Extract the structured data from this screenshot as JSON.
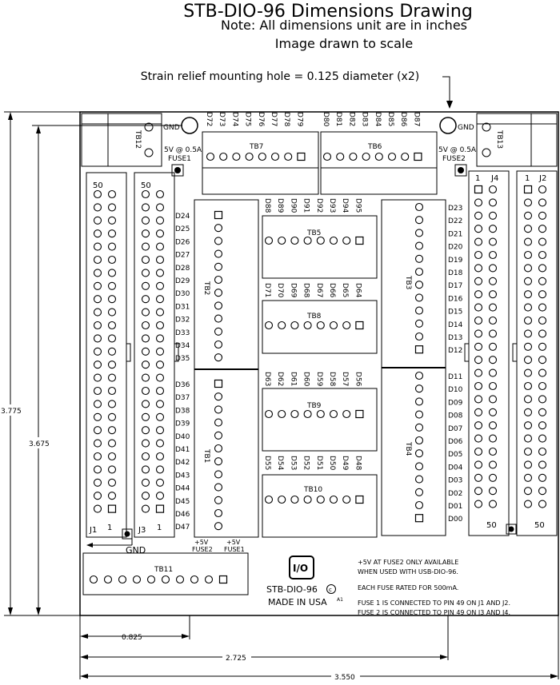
{
  "heading": {
    "title": "STB-DIO-96 Dimensions Drawing",
    "note": "Note: All dimensions unit are in inches",
    "scale_note": "Image drawn to scale",
    "hole_note": "Strain relief mounting hole = 0.125 diameter (x2)"
  },
  "dimensions": {
    "overall_height": "3.775",
    "board_height": "3.675",
    "width_small": "0.825",
    "width_mid": "2.725",
    "width_total": "3.550"
  },
  "top_labels": {
    "gnd_left": "GND",
    "gnd_right": "GND",
    "fuse1_rating": "5V @ 0.5A",
    "fuse1": "FUSE1",
    "fuse2_rating": "5V @ 0.5A",
    "fuse2": "FUSE2",
    "tb12": "TB12",
    "tb13": "TB13",
    "tb7": "TB7",
    "tb6": "TB6"
  },
  "tb7_pins": [
    "D72",
    "D73",
    "D74",
    "D75",
    "D76",
    "D77",
    "D78",
    "D79"
  ],
  "tb6_pins": [
    "D80",
    "D81",
    "D82",
    "D83",
    "D84",
    "D85",
    "D86",
    "D87"
  ],
  "tb5_pins": [
    "D88",
    "D89",
    "D90",
    "D91",
    "D92",
    "D93",
    "D94",
    "D95"
  ],
  "tb8_pins": [
    "D71",
    "D70",
    "D69",
    "D68",
    "D67",
    "D66",
    "D65",
    "D64"
  ],
  "tb9_pins": [
    "D63",
    "D62",
    "D61",
    "D60",
    "D59",
    "D58",
    "D57",
    "D56"
  ],
  "tb10_pins": [
    "D55",
    "D54",
    "D53",
    "D52",
    "D51",
    "D50",
    "D49",
    "D48"
  ],
  "tb2_pins": [
    "D24",
    "D25",
    "D26",
    "D27",
    "D28",
    "D29",
    "D30",
    "D31",
    "D32",
    "D33",
    "D34",
    "D35"
  ],
  "tb1_pins": [
    "D36",
    "D37",
    "D38",
    "D39",
    "D40",
    "D41",
    "D42",
    "D43",
    "D44",
    "D45",
    "D46",
    "D47"
  ],
  "tb3_pins": [
    "D23",
    "D22",
    "D21",
    "D20",
    "D19",
    "D18",
    "D17",
    "D16",
    "D15",
    "D14",
    "D13",
    "D12"
  ],
  "tb4_pins": [
    "D11",
    "D10",
    "D09",
    "D08",
    "D07",
    "D06",
    "D05",
    "D04",
    "D03",
    "D02",
    "D01",
    "D00"
  ],
  "blocks": {
    "tb5": "TB5",
    "tb8": "TB8",
    "tb9": "TB9",
    "tb10": "TB10",
    "tb2": "TB2",
    "tb1": "TB1",
    "tb3": "TB3",
    "tb4": "TB4",
    "tb11": "TB11"
  },
  "connectors": {
    "j1": "J1",
    "j3": "J3",
    "j4": "J4",
    "j2": "J2",
    "pin50": "50",
    "pin1": "1"
  },
  "bottom_labels": {
    "gnd": "GND",
    "plus5v": "+5V",
    "fuse2": "FUSE2",
    "fuse1": "FUSE1",
    "model": "STB-DIO-96",
    "made_in": "MADE IN USA",
    "rev": "A1",
    "logo": "I/O",
    "note1": "+5V AT FUSE2 ONLY AVAILABLE",
    "note2": "WHEN USED WITH USB-DIO-96.",
    "note3": "EACH FUSE RATED FOR 500mA.",
    "note4": "FUSE 1 IS CONNECTED TO PIN 49 ON J1 AND J2.",
    "note5": "FUSE 2 IS CONNECTED TO PIN 49 ON J3 AND J4."
  }
}
